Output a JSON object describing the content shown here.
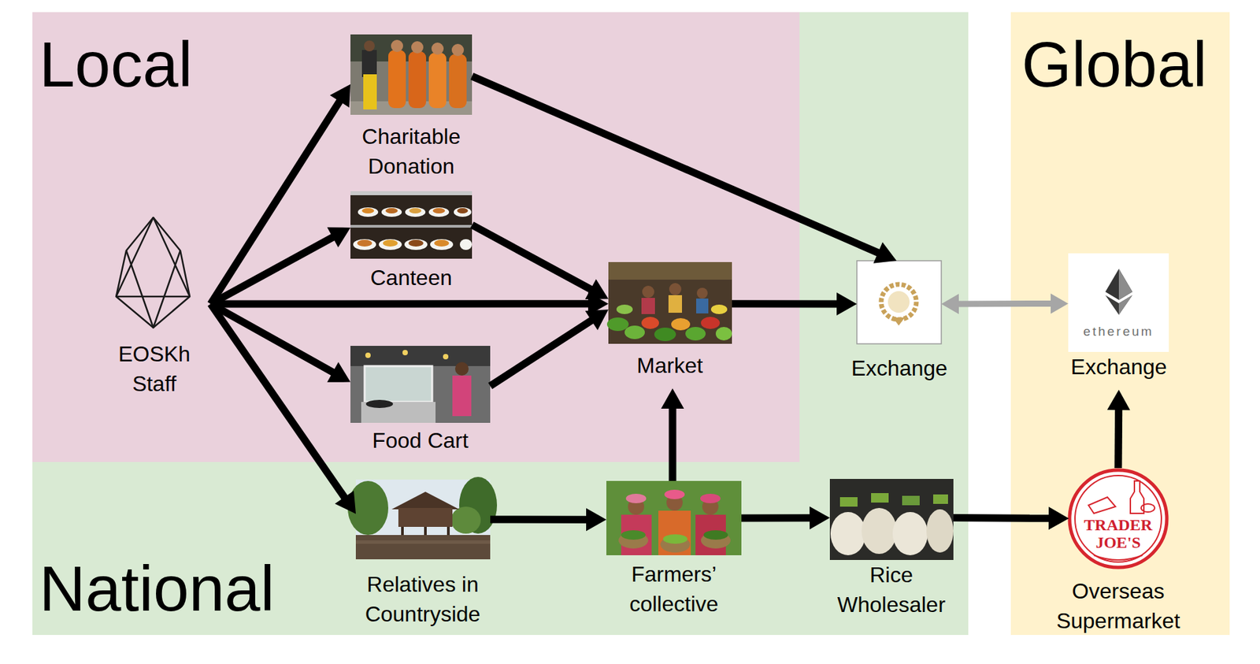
{
  "diagram": {
    "nodes": [
      {
        "text": [
          "National"
        ]
      },
      {
        "text": [
          "Local"
        ],
        "in": 0
      },
      {
        "text": [
          "Global"
        ]
      },
      {
        "text": [
          "EOSKh Staff"
        ],
        "in": 1
      },
      {
        "text": [
          "Charitable Donation"
        ],
        "in": 1
      },
      {
        "text": [
          "Canteen"
        ],
        "in": 1
      },
      {
        "text": [
          "Market"
        ],
        "in": 1
      },
      {
        "text": [
          "Food Cart"
        ],
        "in": 1
      },
      {
        "text": [
          "Exchange"
        ],
        "in": 0
      },
      {
        "text": [
          "ethereum",
          "Exchange"
        ],
        "in": 2
      },
      {
        "text": [
          "Relatives in Countryside"
        ],
        "in": 0
      },
      {
        "text": [
          "Farmers’ collective"
        ],
        "in": 0
      },
      {
        "text": [
          "Rice Wholesaler"
        ],
        "in": 0
      },
      {
        "text": [
          "TRADER JOE'S",
          "Overseas Supermarket"
        ],
        "in": 2
      }
    ],
    "edges": [
      {
        "from": 3,
        "to": 4,
        "arrow": "to"
      },
      {
        "from": 3,
        "to": 5,
        "arrow": "to"
      },
      {
        "from": 3,
        "to": 6,
        "arrow": "to"
      },
      {
        "from": 3,
        "to": 7,
        "arrow": "to"
      },
      {
        "from": 3,
        "to": 10,
        "arrow": "to"
      },
      {
        "from": 4,
        "to": 8,
        "arrow": "to"
      },
      {
        "from": 5,
        "to": 6,
        "arrow": "to"
      },
      {
        "from": 7,
        "to": 6,
        "arrow": "to"
      },
      {
        "from": 6,
        "to": 8,
        "arrow": "to"
      },
      {
        "from": 8,
        "to": 9,
        "arrow": "both"
      },
      {
        "from": 10,
        "to": 11,
        "arrow": "to"
      },
      {
        "from": 11,
        "to": 6,
        "arrow": "to"
      },
      {
        "from": 11,
        "to": 12,
        "arrow": "to"
      },
      {
        "from": 12,
        "to": 13,
        "arrow": "to"
      },
      {
        "from": 13,
        "to": 9,
        "arrow": "to"
      }
    ]
  }
}
